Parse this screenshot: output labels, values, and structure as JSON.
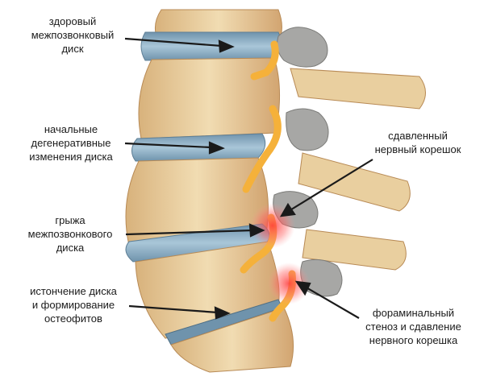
{
  "labels": {
    "healthy_disc": [
      "здоровый",
      "межпозвонковый",
      "диск"
    ],
    "degenerative": [
      "начальные",
      "дегенеративные",
      "изменения диска"
    ],
    "hernia": [
      "грыжа",
      "межпозвонкового",
      "диска"
    ],
    "thinning": [
      "истончение диска",
      "и формирование",
      "остеофитов"
    ],
    "compressed_root": [
      "сдавленный",
      "нервный корешок"
    ],
    "foraminal": [
      "фораминальный",
      "стеноз и сдавление",
      "нервного корешка"
    ]
  },
  "colors": {
    "bone": "#ecd3a4",
    "bone_shade": "#c79c67",
    "disc": "#8fb4cc",
    "disc_dark": "#6f93ac",
    "nerve": "#f5b13a",
    "osteophyte": "#a7a7a5",
    "inflammation": "#ff5a5a",
    "arrow": "#1a1a1a"
  }
}
